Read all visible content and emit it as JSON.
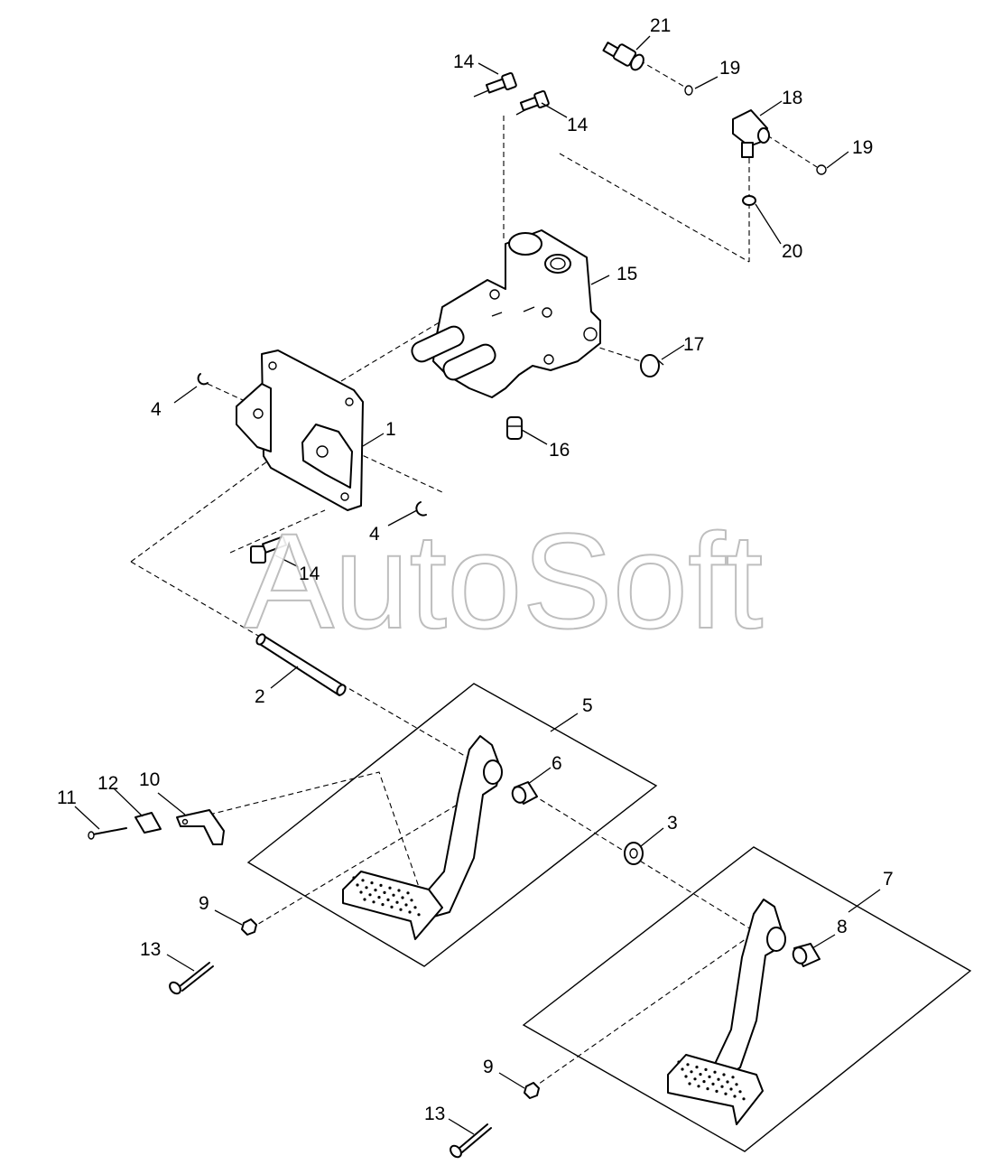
{
  "watermark": "AutoSoft",
  "callouts": {
    "c1": "1",
    "c2": "2",
    "c3": "3",
    "c4a": "4",
    "c4b": "4",
    "c5": "5",
    "c6": "6",
    "c7": "7",
    "c8": "8",
    "c9a": "9",
    "c9b": "9",
    "c10": "10",
    "c11": "11",
    "c12": "12",
    "c13a": "13",
    "c13b": "13",
    "c14a": "14",
    "c14b": "14",
    "c14c": "14",
    "c15": "15",
    "c16": "16",
    "c17": "17",
    "c18": "18",
    "c19a": "19",
    "c19b": "19",
    "c20": "20",
    "c21": "21"
  }
}
